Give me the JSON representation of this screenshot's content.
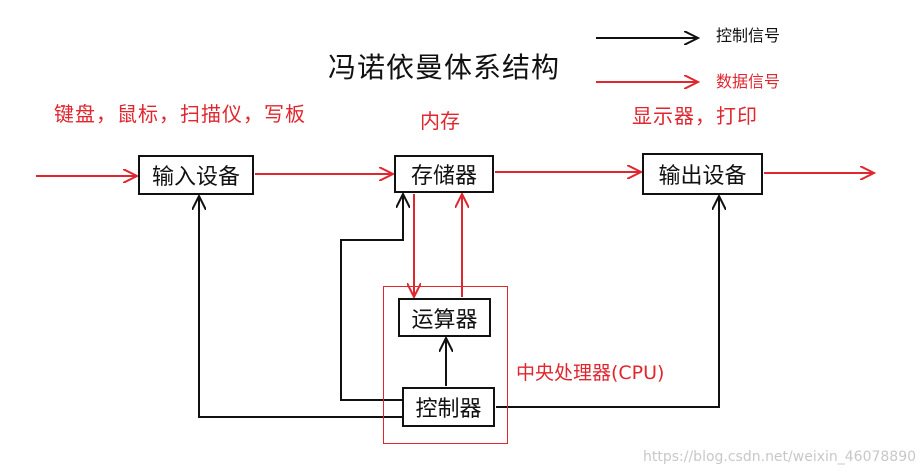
{
  "title": "冯诺依曼体系结构",
  "legend": {
    "control_signal": "控制信号",
    "data_signal": "数据信号"
  },
  "annotations": {
    "input_devices": "键盘，鼠标，扫描仪，写板",
    "memory": "内存",
    "output_devices": "显示器，打印",
    "cpu": "中央处理器(CPU)"
  },
  "nodes": {
    "input": "输入设备",
    "memory": "存储器",
    "output": "输出设备",
    "alu": "运算器",
    "control": "控制器"
  },
  "watermark": "https://blog.csdn.net/weixin_46078890",
  "colors": {
    "control_signal": "#111111",
    "data_signal": "#e0262f"
  }
}
